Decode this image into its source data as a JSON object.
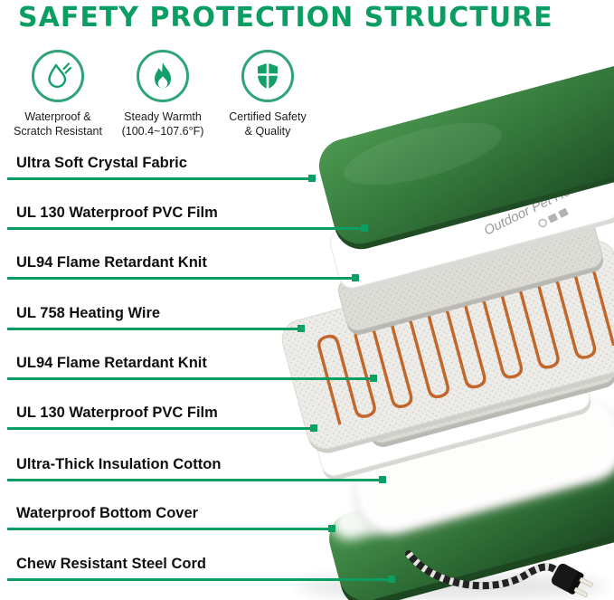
{
  "title": "SAFETY PROTECTION STRUCTURE",
  "features": [
    {
      "icon": "waterdrop-icon",
      "line1": "Waterproof &",
      "line2": "Scratch Resistant"
    },
    {
      "icon": "flame-icon",
      "line1": "Steady Warmth",
      "line2": "(100.4~107.6°F)"
    },
    {
      "icon": "shield-icon",
      "line1": "Certified Safety",
      "line2": "& Quality"
    }
  ],
  "layers": [
    {
      "label": "Ultra Soft Crystal Fabric"
    },
    {
      "label": "UL 130 Waterproof PVC Film"
    },
    {
      "label": "UL94 Flame Retardant Knit"
    },
    {
      "label": "UL 758 Heating Wire"
    },
    {
      "label": "UL94 Flame Retardant Knit"
    },
    {
      "label": "UL 130 Waterproof PVC Film"
    },
    {
      "label": "Ultra-Thick Insulation Cotton"
    },
    {
      "label": "Waterproof Bottom Cover"
    },
    {
      "label": "Chew Resistant Steel Cord"
    }
  ],
  "diagram": {
    "film_text": "Outdoor Pet Heat"
  },
  "colors": {
    "accent_green": "#0a9e63",
    "mat_green": "#2f7036",
    "wire_orange": "#c2662a"
  }
}
